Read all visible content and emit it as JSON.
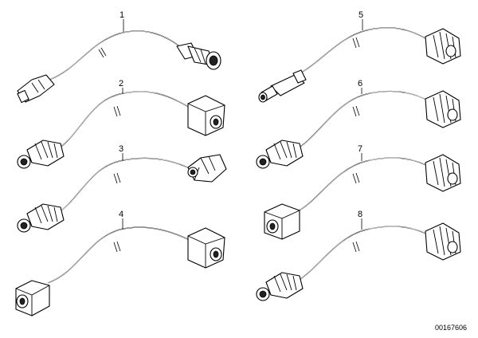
{
  "items": [
    {
      "label": "1"
    },
    {
      "label": "2"
    },
    {
      "label": "3"
    },
    {
      "label": "4"
    },
    {
      "label": "5"
    },
    {
      "label": "6"
    },
    {
      "label": "7"
    },
    {
      "label": "8"
    }
  ],
  "document_number": "00167606"
}
